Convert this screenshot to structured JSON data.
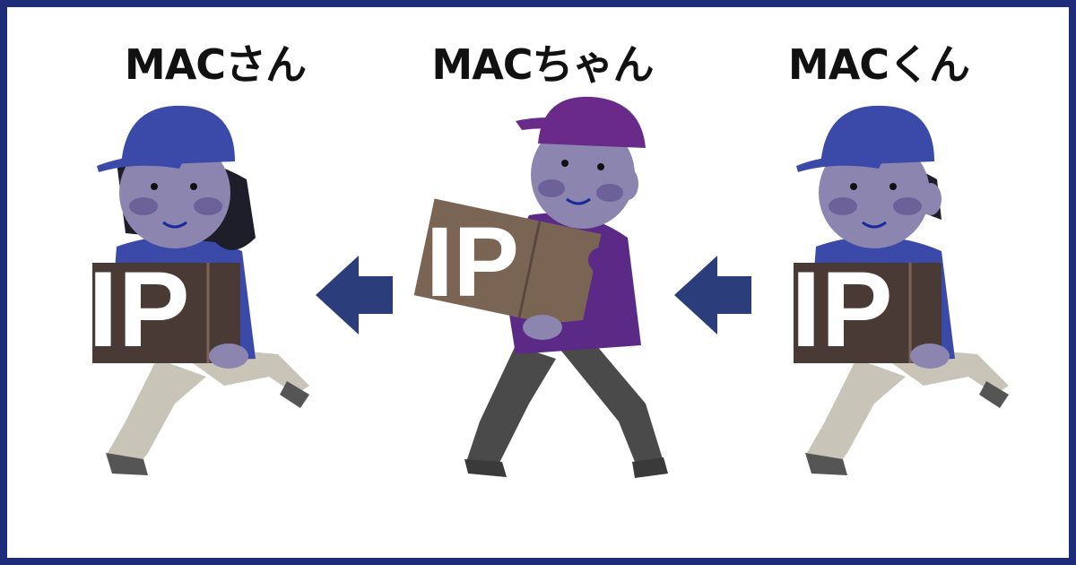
{
  "labels": {
    "left": "MACさん",
    "middle": "MACちゃん",
    "right": "MACくん"
  },
  "packets": {
    "left": "IP",
    "middle": "IP",
    "right": "IP"
  },
  "arrows": {
    "direction": "right-to-left",
    "color": "#2c3d7c"
  },
  "colors": {
    "border": "#1f2c7a",
    "courier_blue": "#3b4aa8",
    "courier_purple": "#5b2a86",
    "box_brown": "#4a3a35",
    "box_light": "#7a6555"
  }
}
